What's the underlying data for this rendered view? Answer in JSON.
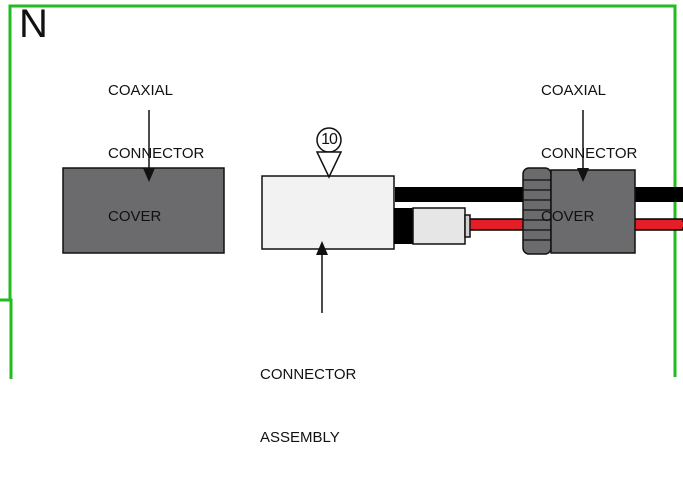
{
  "panel": {
    "letter": "N"
  },
  "labels": {
    "left_cover": [
      "COAXIAL",
      "CONNECTOR",
      "COVER"
    ],
    "right_cover": [
      "COAXIAL",
      "CONNECTOR",
      "COVER"
    ],
    "assembly": [
      "CONNECTOR",
      "ASSEMBLY"
    ]
  },
  "callout": {
    "number": "10"
  },
  "colors": {
    "frame": "#22bb22",
    "cover": "#6b6b6d",
    "assembly_body": "#f2f2f2",
    "cable_black": "#000000",
    "cable_red": "#e41e26",
    "outline": "#111111"
  }
}
